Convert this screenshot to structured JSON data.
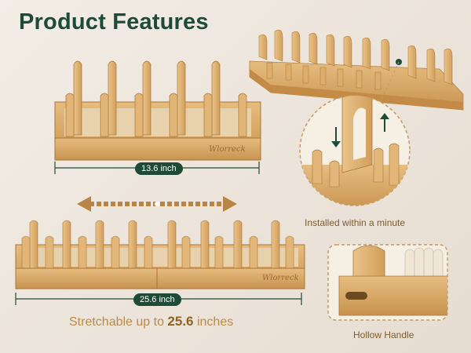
{
  "header": {
    "title": "Product Features"
  },
  "product": {
    "brand": "Wlorreck",
    "small_width": "13.6 inch",
    "large_width": "25.6 inch"
  },
  "captions": {
    "stretch_prefix": "Stretchable up to",
    "stretch_value": "25.6",
    "stretch_suffix": "inches",
    "install": "Installed within a minute",
    "handle": "Hollow Handle"
  },
  "colors": {
    "brand_green": "#1f4a37",
    "wood": "#d9ab6a",
    "wood_dark": "#b98445",
    "caption_tan": "#b98b4a",
    "dashed_border": "#c39b62"
  },
  "icons": [
    "double-arrow-icon",
    "arrow-down-icon",
    "arrow-up-icon",
    "dot-icon"
  ]
}
